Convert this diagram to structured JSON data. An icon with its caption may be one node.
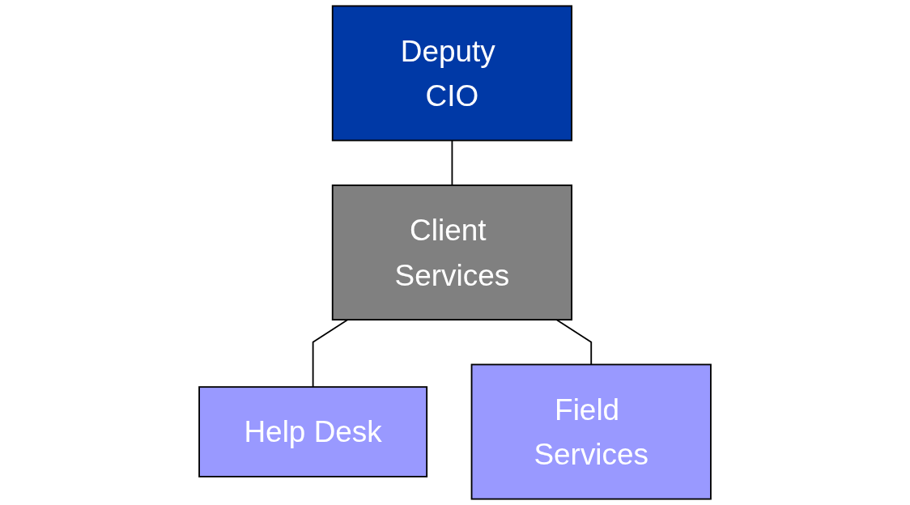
{
  "diagram": {
    "nodes": [
      {
        "text": [
          "Deputy CIO"
        ]
      },
      {
        "text": [
          "Client Services"
        ]
      },
      {
        "text": [
          "Help Desk"
        ]
      },
      {
        "text": [
          "Field Services"
        ]
      }
    ],
    "edges": [
      {
        "from": 0,
        "to": 1,
        "arrow": "none"
      },
      {
        "from": 1,
        "to": 2,
        "arrow": "none"
      },
      {
        "from": 1,
        "to": 3,
        "arrow": "none"
      }
    ]
  }
}
